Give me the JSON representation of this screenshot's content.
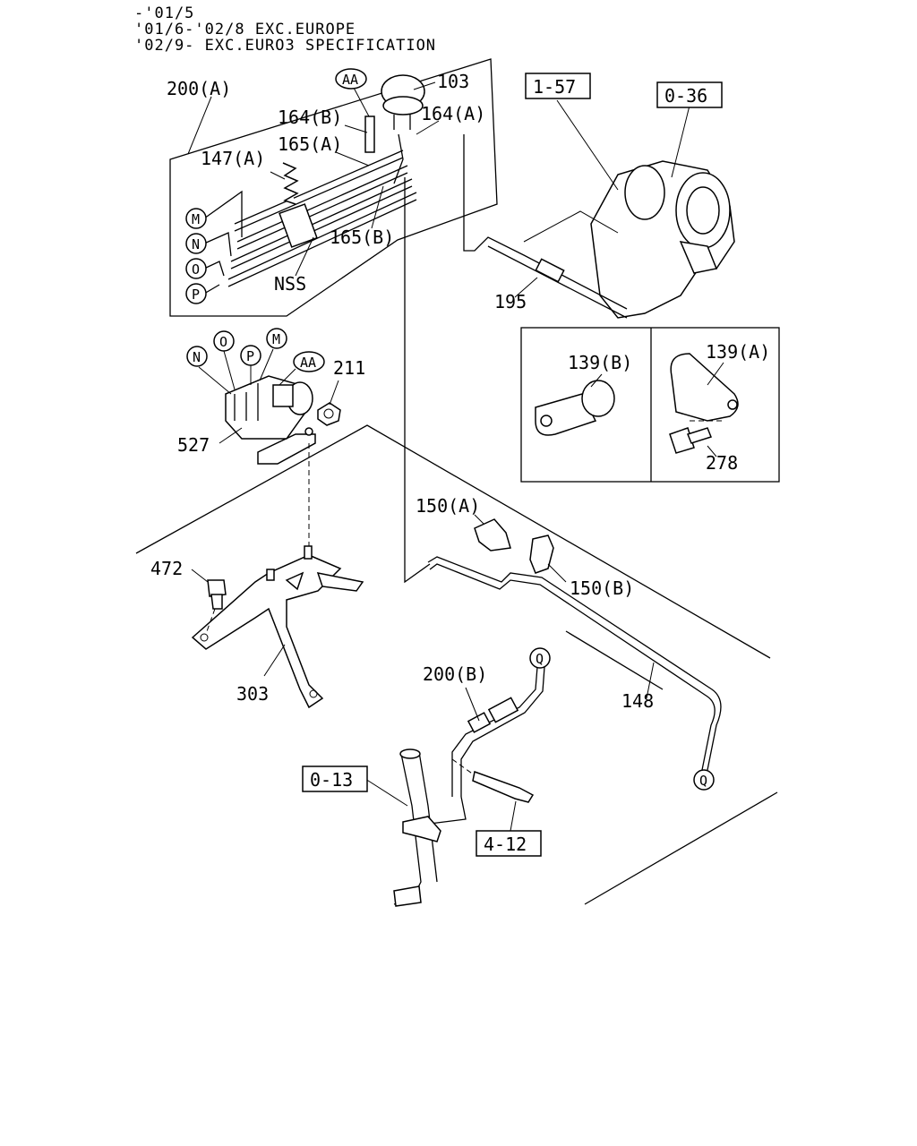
{
  "header": {
    "lines": [
      "-'01/5",
      "'01/6-'02/8 EXC.EUROPE",
      "'02/9- EXC.EURO3 SPECIFICATION"
    ]
  },
  "labels": {
    "p200a": "200(A)",
    "p103": "103",
    "p164b": "164(B)",
    "p164a": "164(A)",
    "p165a": "165(A)",
    "p147a": "147(A)",
    "p165b": "165(B)",
    "nss": "NSS",
    "p195": "195",
    "p211": "211",
    "p527": "527",
    "p139b": "139(B)",
    "p139a": "139(A)",
    "p278": "278",
    "p150a": "150(A)",
    "p150b": "150(B)",
    "p472": "472",
    "p303": "303",
    "p200b": "200(B)",
    "p148": "148"
  },
  "boxed_refs": {
    "r1_57": "1-57",
    "r0_36": "0-36",
    "r0_13": "0-13",
    "r4_12": "4-12"
  },
  "connectors": {
    "aa": "AA",
    "m": "M",
    "n": "N",
    "o": "O",
    "p": "P",
    "q": "Q"
  }
}
